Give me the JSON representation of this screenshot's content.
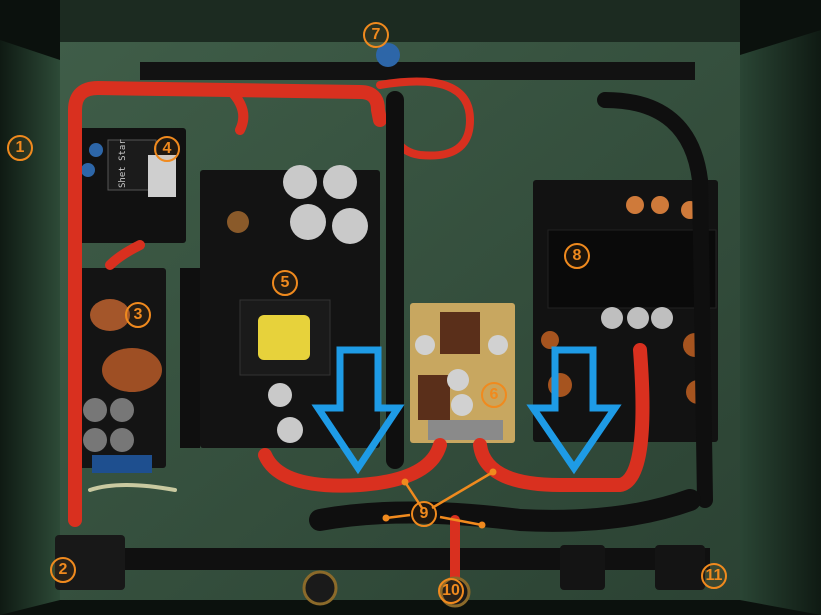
{
  "photo": {
    "subject": "amplifier-enclosure-interior",
    "colors": {
      "callout": "#f08a1e",
      "arrow": "#1e9be6",
      "wire_red": "#d9301f",
      "enclosure": "#2f4a38",
      "pcb": "#151515"
    }
  },
  "callouts": [
    "1",
    "2",
    "3",
    "4",
    "5",
    "6",
    "7",
    "8",
    "9",
    "10",
    "11"
  ],
  "pcb_labels": {
    "relay_marking": "Shet Star"
  }
}
